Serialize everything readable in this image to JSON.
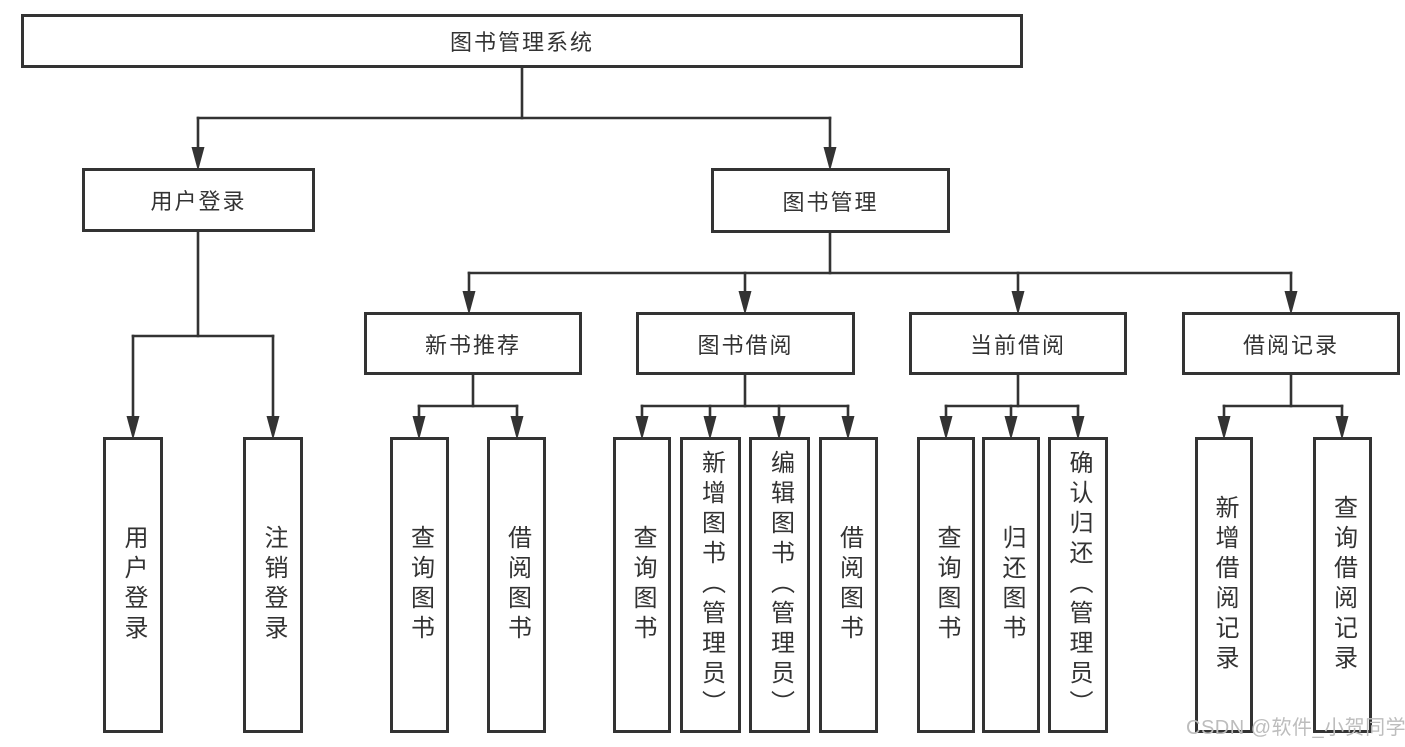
{
  "diagram": {
    "root": {
      "label": "图书管理系统"
    },
    "children": [
      {
        "label": "用户登录",
        "children": [
          {
            "label": "用户登录"
          },
          {
            "label": "注销登录"
          }
        ]
      },
      {
        "label": "图书管理",
        "children": [
          {
            "label": "新书推荐",
            "children": [
              {
                "label": "查询图书"
              },
              {
                "label": "借阅图书"
              }
            ]
          },
          {
            "label": "图书借阅",
            "children": [
              {
                "label": "查询图书"
              },
              {
                "label": "新增图书（管理员）"
              },
              {
                "label": "编辑图书（管理员）"
              },
              {
                "label": "借阅图书"
              }
            ]
          },
          {
            "label": "当前借阅",
            "children": [
              {
                "label": "查询图书"
              },
              {
                "label": "归还图书"
              },
              {
                "label": "确认归还（管理员）"
              }
            ]
          },
          {
            "label": "借阅记录",
            "children": [
              {
                "label": "新增借阅记录"
              },
              {
                "label": "查询借阅记录"
              }
            ]
          }
        ]
      }
    ]
  },
  "watermark": {
    "text": "CSDN @软件_小贺同学"
  },
  "colors": {
    "line": "#333333",
    "box_border": "#333333",
    "text": "#333333",
    "watermark": "#bdbdbd",
    "background": "#ffffff"
  }
}
